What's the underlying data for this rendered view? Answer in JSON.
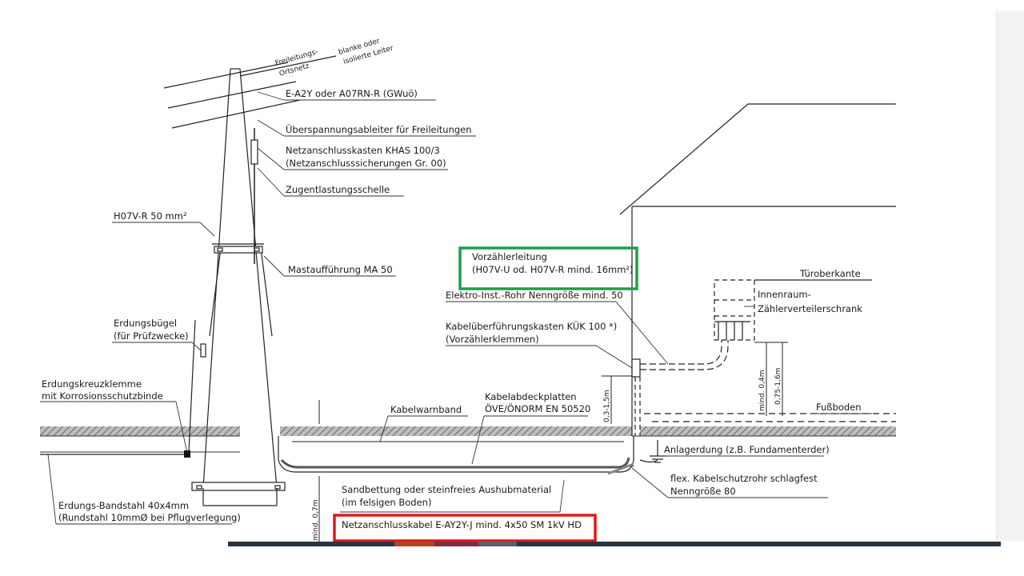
{
  "labels": {
    "freileitung": "Freileitungs-",
    "ortsnetz": "Ortsnetz",
    "blanke1": "blanke oder",
    "blanke2": "isolierte Leiter",
    "ea2y": "E-A2Y oder A07RN-R (GWuö)",
    "ueberspannung": "Überspannungsableiter für Freileitungen",
    "khas1": "Netzanschlusskasten KHAS 100/3",
    "khas2": "(Netzanschlusssicherungen Gr. 00)",
    "zugentlastung": "Zugentlastungsschelle",
    "h07v": "H07V-R 50 mm²",
    "mast": "Mastaufführung MA 50",
    "erdbuegel1": "Erdungsbügel",
    "erdbuegel2": "(für Prüfzwecke)",
    "erdkreuz1": "Erdungskreuzklemme",
    "erdkreuz2": "mit Korrosionsschutzbinde",
    "bandstahl1": "Erdungs-Bandstahl 40x4mm",
    "bandstahl2": "(Rundstahl 10mmØ bei Pflugverlegung)",
    "warnband": "Kabelwarnband",
    "abdeck1": "Kabelabdeckplatten",
    "abdeck2": "ÖVE/ÖNORM EN 50520",
    "vorz1": "Vorzählerleitung",
    "vorz2": "(H07V-U od. H07V-R mind. 16mm²)",
    "rohr": "Elektro-Inst.-Rohr Nenngröße mind. 50",
    "kuek1": "Kabelüberführungskasten KÜK 100 *)",
    "kuek2": "(Vorzählerklemmen)",
    "tuer": "Türoberkante",
    "innen1": "Innenraum-",
    "innen2": "Zählerverteilerschrank",
    "fuss": "Fußboden",
    "anlag": "Anlagerdung (z.B. Fundamenterder)",
    "flex1": "flex. Kabelschutzrohr schlagfest",
    "flex2": "Nenngröße 80",
    "sand1": "Sandbettung oder steinfreies Aushubmaterial",
    "sand2": "(im felsigen Boden)",
    "netzkabel": "Netzanschlusskabel E-AY2Y-J mind. 4x50 SM 1kV HD",
    "dim_07": "mind. 0,7m",
    "dim_0315": "0,3-1,5m",
    "dim_04": "mind. 0,4m",
    "dim_0716": "0,75-1,6m"
  },
  "highlights": {
    "green": "#1f9d4a",
    "red": "#e01a1a"
  },
  "colors": {
    "line": "#222222",
    "ground_hatch": "#8a8a8a",
    "strip": "#2a3542"
  }
}
